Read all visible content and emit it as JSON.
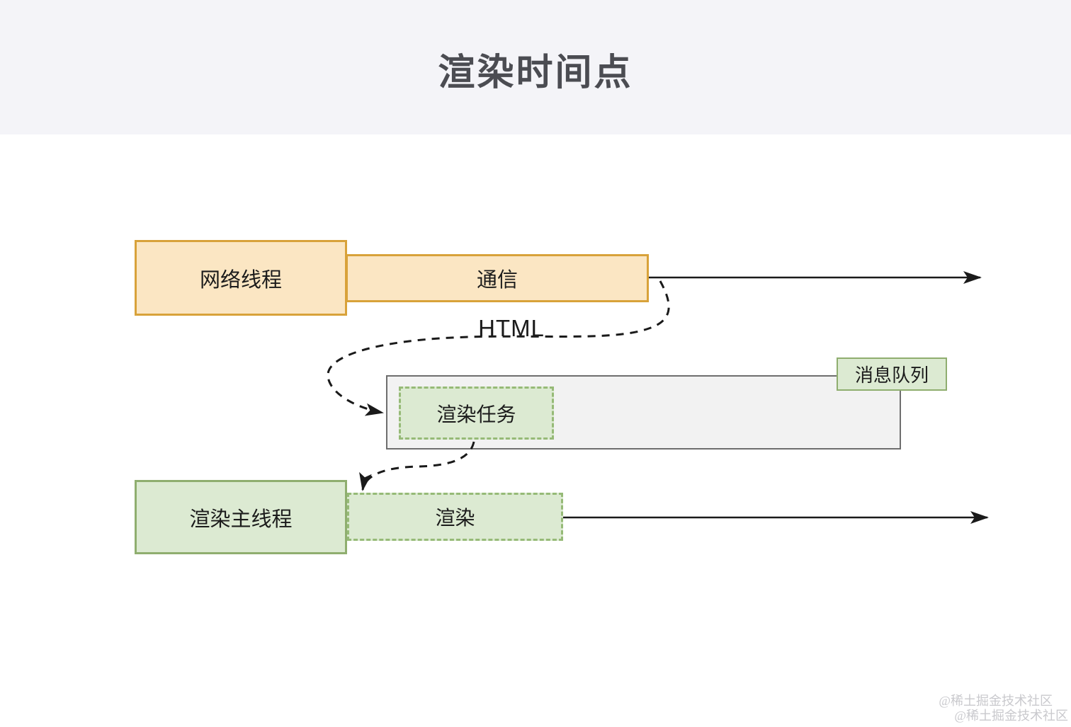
{
  "title": "渲染时间点",
  "diagram": {
    "network_thread_label": "网络线程",
    "communication_label": "通信",
    "html_label": "HTML",
    "message_queue_label": "消息队列",
    "render_task_label": "渲染任务",
    "render_main_thread_label": "渲染主线程",
    "render_label": "渲染"
  },
  "watermark": {
    "line1": "@稀土掘金技术社区",
    "line2": "@稀土掘金技术社区"
  },
  "colors": {
    "header_bg": "#f4f4f8",
    "title_text": "#4b4c52",
    "orange_border": "#d8a23a",
    "orange_fill": "#fbe6c3",
    "green_border": "#8fae6f",
    "green_dashed_border": "#96ba77",
    "green_fill": "#dcead2",
    "queue_border": "#6e6e6e",
    "queue_fill": "#f2f2f2",
    "arrow_color": "#1a1a1a",
    "label_text": "#1b1b1b",
    "watermark_color": "#c9c9cd"
  }
}
